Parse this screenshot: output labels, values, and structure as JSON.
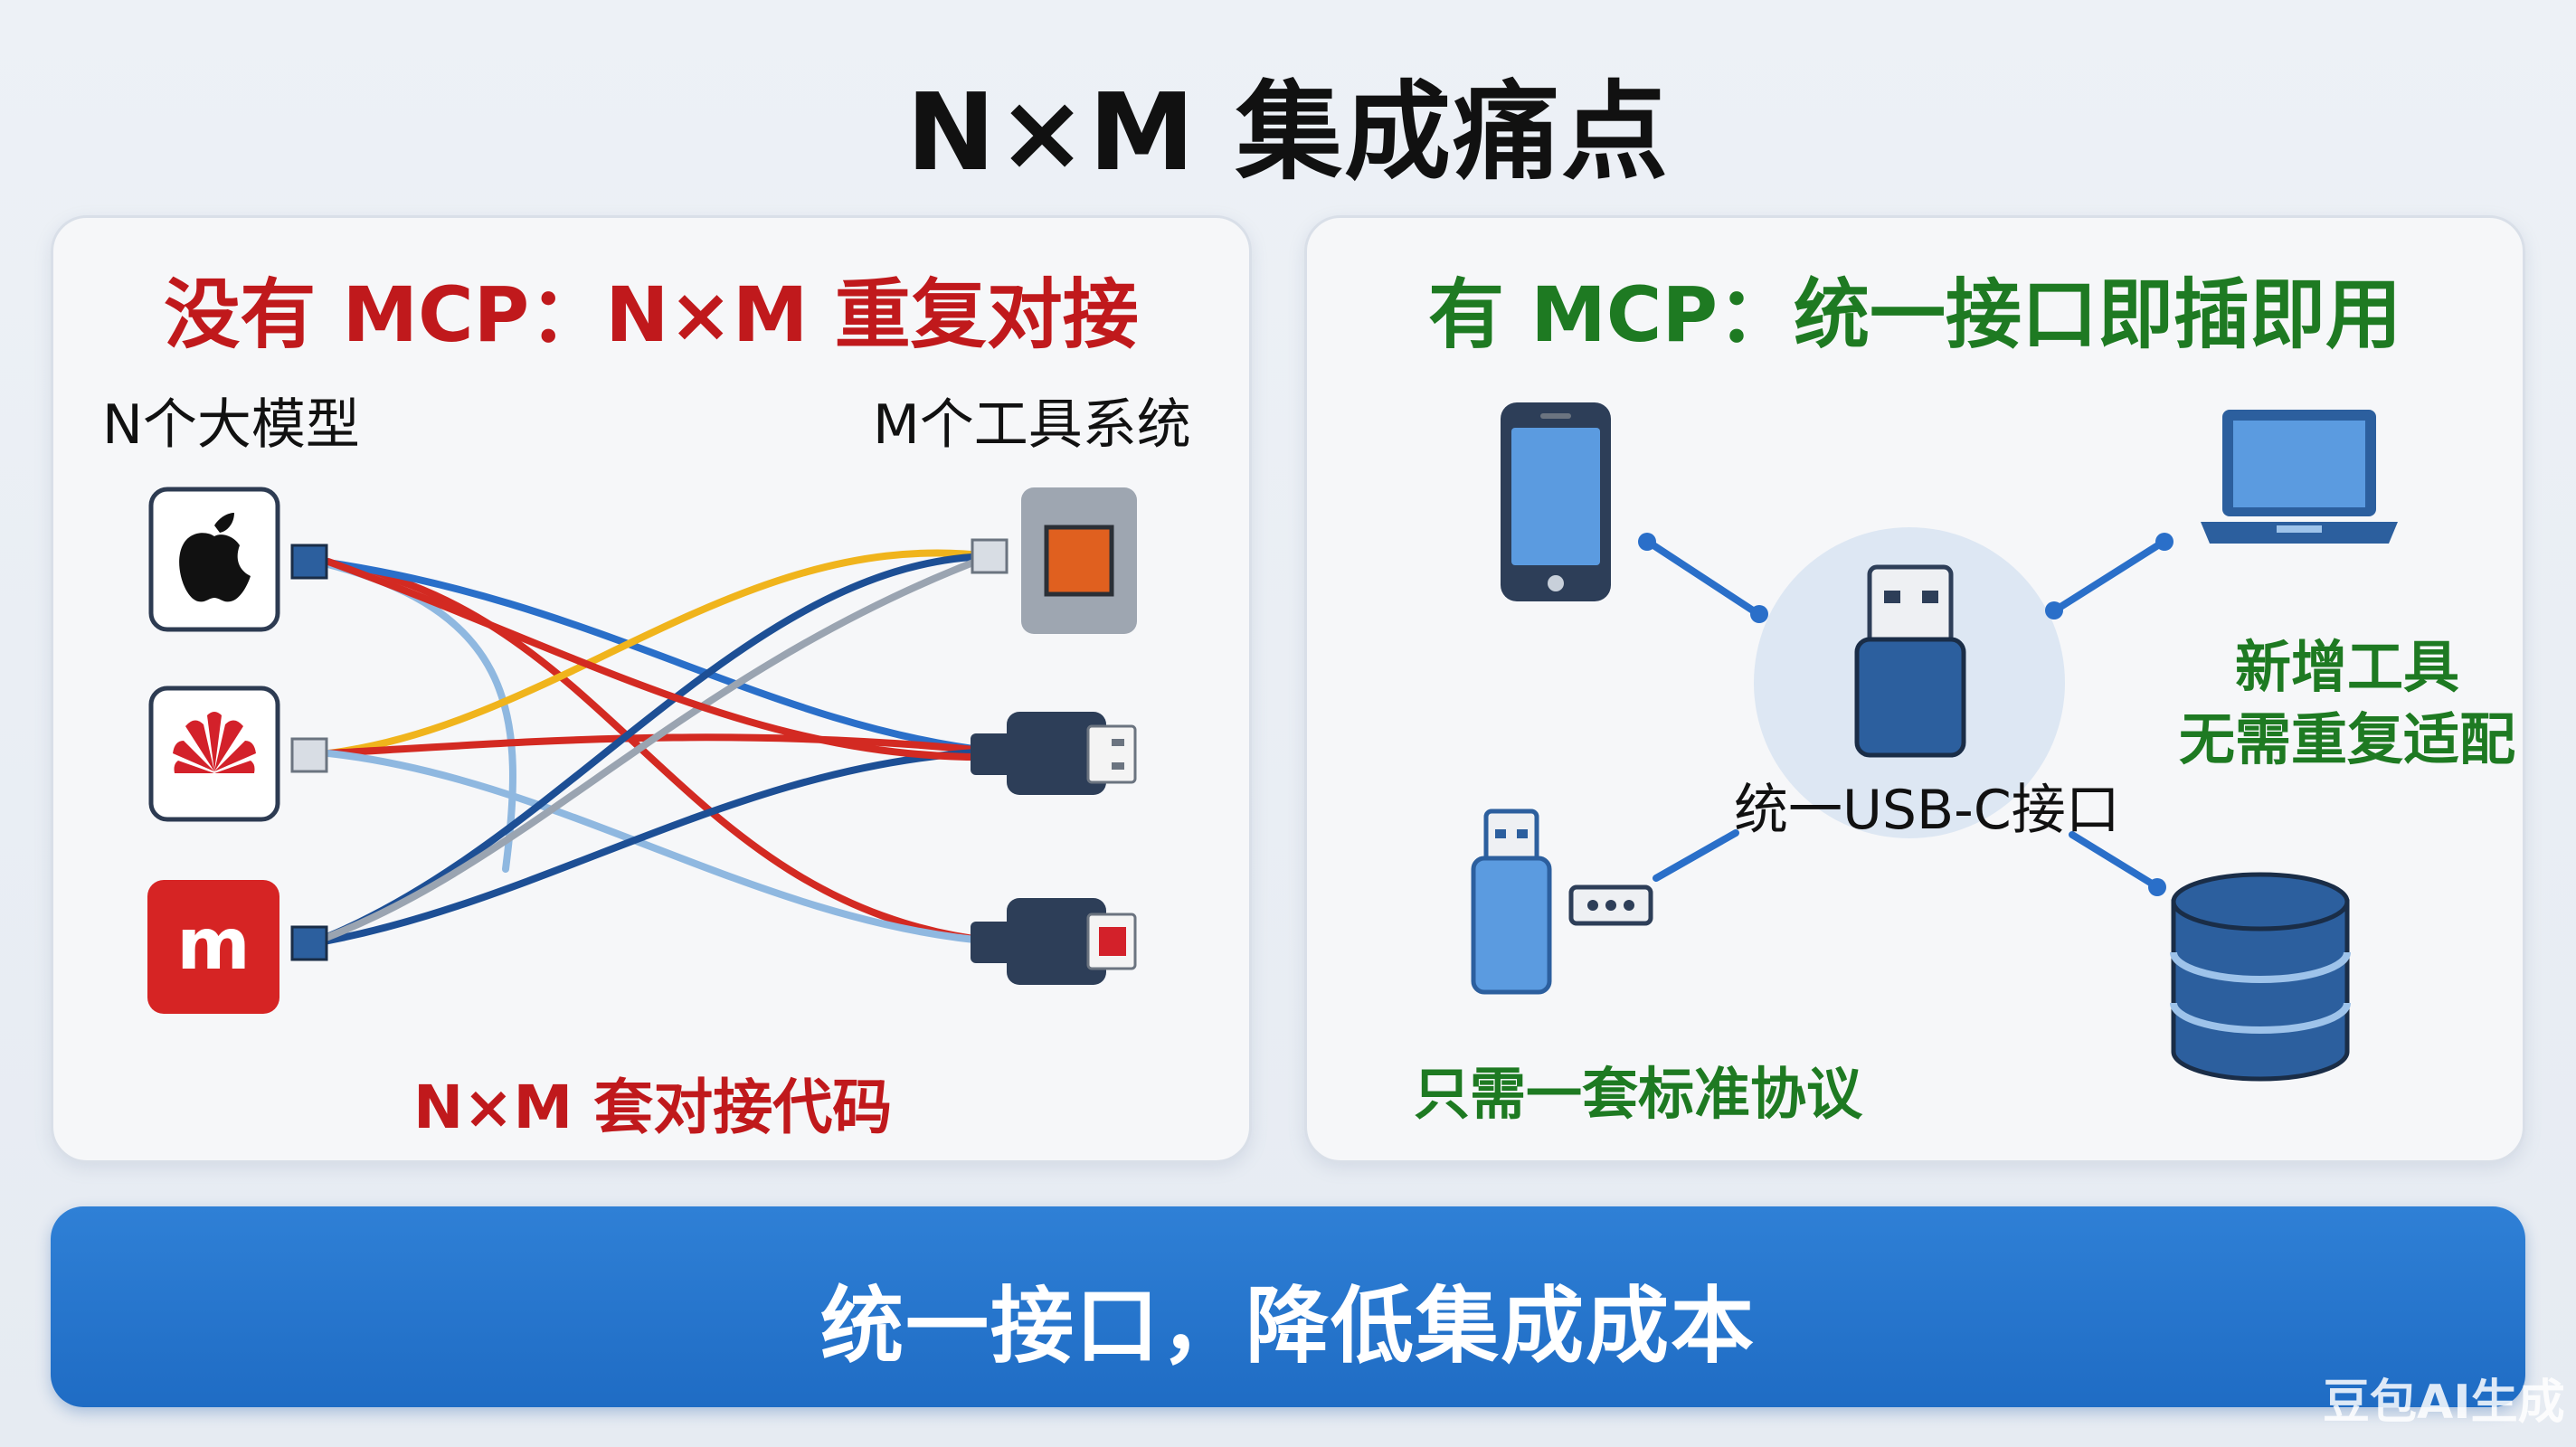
{
  "title": "N×M 集成痛点",
  "left_panel": {
    "heading": "没有 MCP：N×M 重复对接",
    "models_label": "N个大模型",
    "tools_label": "M个工具系统",
    "note": "N×M 套对接代码",
    "models": [
      {
        "icon": "apple-logo-icon"
      },
      {
        "icon": "huawei-logo-icon"
      },
      {
        "icon": "xiaomi-logo-icon"
      }
    ],
    "tools": [
      {
        "icon": "chip-icon"
      },
      {
        "icon": "usb-plug-icon"
      },
      {
        "icon": "usb-plug-icon"
      }
    ],
    "wire_colors": [
      "#2a6fc9",
      "#d32a22",
      "#f0b41c",
      "#1d4f95",
      "#8fb8e0",
      "#9aa4b1"
    ]
  },
  "right_panel": {
    "heading": "有 MCP：统一接口即插即用",
    "hub_label": "统一USB-C接口",
    "new_tool_note_line1": "新增工具",
    "new_tool_note_line2": "无需重复适配",
    "protocol_note": "只需一套标准协议",
    "devices": [
      {
        "icon": "smartphone-icon"
      },
      {
        "icon": "laptop-icon"
      },
      {
        "icon": "usb-drive-icon"
      },
      {
        "icon": "database-icon"
      }
    ]
  },
  "banner": {
    "text": "统一接口，降低集成成本"
  },
  "watermark": "豆包AI生成",
  "colors": {
    "red": "#c0191c",
    "green": "#1e7a22",
    "blue_banner": "#2676d0",
    "connector_blue": "#2c5f9e"
  }
}
